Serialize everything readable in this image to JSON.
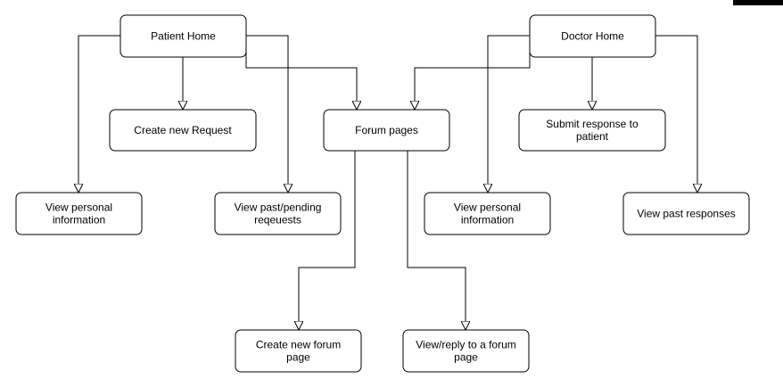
{
  "nodes": [
    {
      "id": "patient-home",
      "lines": [
        "Patient Home"
      ]
    },
    {
      "id": "doctor-home",
      "lines": [
        "Doctor Home"
      ]
    },
    {
      "id": "create-new-request",
      "lines": [
        "Create new Request"
      ]
    },
    {
      "id": "forum-pages",
      "lines": [
        "Forum pages"
      ]
    },
    {
      "id": "submit-response-to-patient",
      "lines": [
        "Submit response to",
        "patient"
      ]
    },
    {
      "id": "view-personal-information-patient",
      "lines": [
        "View personal",
        "information"
      ]
    },
    {
      "id": "view-past-pending-requests",
      "lines": [
        "View past/pending",
        "reqeuests"
      ]
    },
    {
      "id": "view-personal-information-doctor",
      "lines": [
        "View personal",
        "information"
      ]
    },
    {
      "id": "view-past-responses",
      "lines": [
        "View past responses"
      ]
    },
    {
      "id": "create-new-forum-page",
      "lines": [
        "Create new forum",
        "page"
      ]
    },
    {
      "id": "view-reply-forum-page",
      "lines": [
        "View/reply to a forum",
        "page"
      ]
    }
  ],
  "edges": [
    {
      "from": "patient-home",
      "to": "view-personal-information-patient"
    },
    {
      "from": "patient-home",
      "to": "create-new-request"
    },
    {
      "from": "patient-home",
      "to": "view-past-pending-requests"
    },
    {
      "from": "patient-home",
      "to": "forum-pages"
    },
    {
      "from": "doctor-home",
      "to": "forum-pages"
    },
    {
      "from": "doctor-home",
      "to": "view-personal-information-doctor"
    },
    {
      "from": "doctor-home",
      "to": "submit-response-to-patient"
    },
    {
      "from": "doctor-home",
      "to": "view-past-responses"
    },
    {
      "from": "forum-pages",
      "to": "create-new-forum-page"
    },
    {
      "from": "forum-pages",
      "to": "view-reply-forum-page"
    }
  ],
  "colors": {
    "stroke": "#000000",
    "fill": "#ffffff",
    "text": "#000000"
  }
}
